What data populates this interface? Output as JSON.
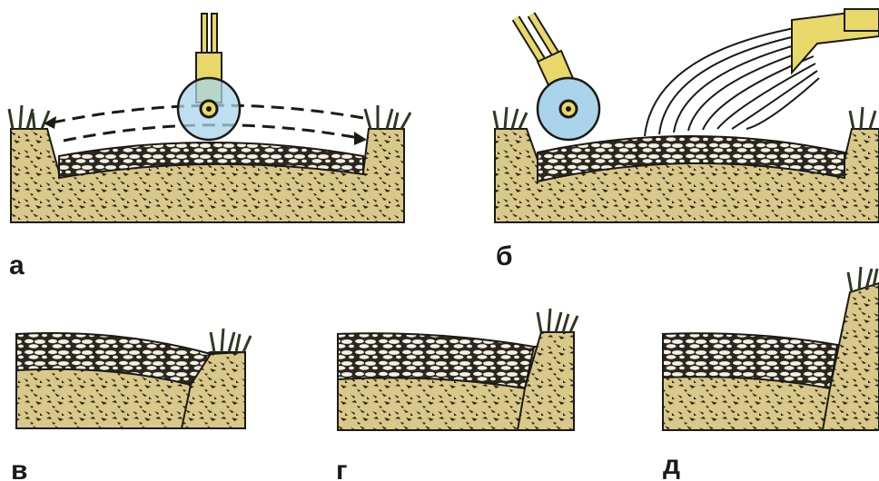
{
  "panels": [
    {
      "label": "а",
      "description_key": "rolling-with-roller"
    },
    {
      "label": "б",
      "description_key": "rolling-with-sprinkler"
    },
    {
      "label": "в",
      "description_key": "edge-variant-1"
    },
    {
      "label": "г",
      "description_key": "edge-variant-2"
    },
    {
      "label": "д",
      "description_key": "edge-variant-3"
    }
  ],
  "colors": {
    "soil": "#d8c98a",
    "soil_speck": "#2a2418",
    "crushed_stone_band": "#2b2720",
    "stone": "#f4f1e6",
    "roller": "#a9d3ea",
    "handle": "#e8d86a",
    "outline": "#1c1a14",
    "grass": "#2d3a22"
  },
  "icons": [
    "roller-icon",
    "water-spray-icon",
    "grass-icon"
  ]
}
